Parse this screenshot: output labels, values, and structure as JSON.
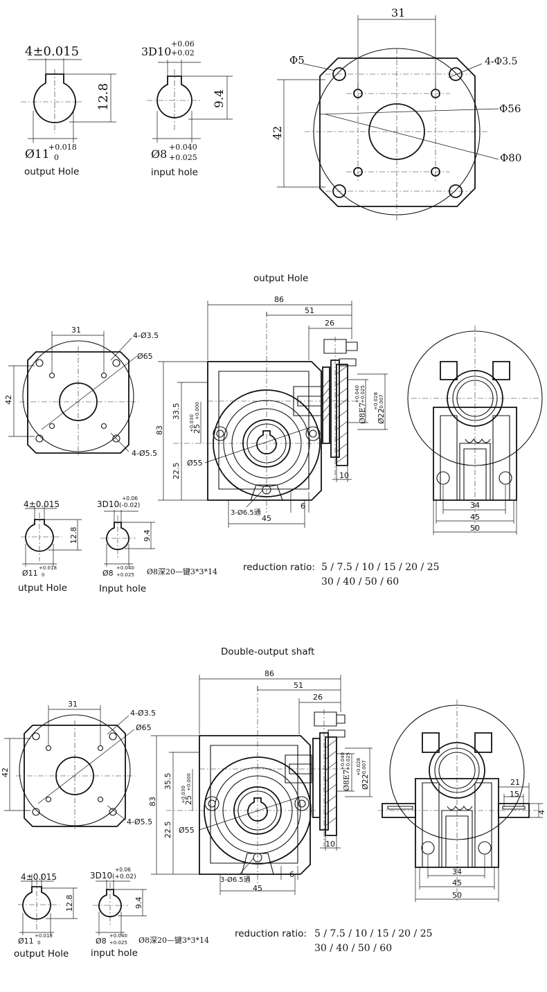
{
  "top": {
    "output_key": "4±0.015",
    "output_depth": "12.8",
    "output_dia": "Ø11",
    "output_tol_up": "+0.018",
    "output_tol_low": "0",
    "output_label": "output Hole",
    "input_key": "3D10",
    "input_key_tol_up": "+0.06",
    "input_key_tol_low": "+0.02",
    "input_depth": "9.4",
    "input_dia": "Ø8",
    "input_tol_up": "+0.040",
    "input_tol_low": "+0.025",
    "input_label": "input hole",
    "flange_31": "31",
    "flange_42": "42",
    "flange_phi5": "Φ5",
    "flange_4phi35": "4-Φ3.5",
    "flange_phi56": "Φ56",
    "flange_phi80": "Φ80"
  },
  "section2": {
    "title": "output Hole",
    "flange_31": "31",
    "flange_42": "42",
    "holes_4_35": "4-Ø3.5",
    "d65": "Ø65",
    "holes_4_55": "4-Ø5.5",
    "dim_86": "86",
    "dim_51": "51",
    "dim_26": "26",
    "dim_335": "33.5",
    "dim_83": "83",
    "dim_225": "22.5",
    "dim_25": "25",
    "dim_25_up": "+0.030",
    "dim_25_low": "+0.000",
    "d55": "Ø55",
    "holes_3_65": "3-Ø6.5通",
    "dim_45": "45",
    "dim_6": "6",
    "dim_10": "10",
    "d8e7": "Ø8E7",
    "d8e7_up": "+0.040",
    "d8e7_low": "+0.025",
    "d22": "Ø22",
    "d22_up": "+0.028",
    "d22_low": "-0.007",
    "side_34": "34",
    "side_45": "45",
    "side_50": "50",
    "key_4": "4±0.015",
    "key_128": "12.8",
    "dia_11": "Ø11",
    "dia_11_up": "+0.018",
    "dia_11_low": "0",
    "out_label": "utput Hole",
    "key_3d10": "3D10",
    "key_3d10_up": "+0.06",
    "key_3d10_low": "(-0.02)",
    "key_94": "9.4",
    "dia_8": "Ø8",
    "dia_8_up": "+0.040",
    "dia_8_low": "+0.025",
    "in_label": "Input hole",
    "shaft_note": "Ø8深20—键3*3*14",
    "ratio_label": "reduction ratio:",
    "ratio_line1": "5 / 7.5 / 10 / 15 / 20 / 25",
    "ratio_line2": "30 / 40 / 50 / 60"
  },
  "section3": {
    "title": "Double-output shaft",
    "flange_31": "31",
    "flange_42": "42",
    "holes_4_35": "4-Ø3.5",
    "d65": "Ø65",
    "holes_4_55": "4-Ø5.5",
    "dim_86": "86",
    "dim_51": "51",
    "dim_26": "26",
    "dim_355": "35.5",
    "dim_83": "83",
    "dim_225": "22.5",
    "dim_25": "25",
    "dim_25_up": "+0.030",
    "dim_25_low": "+0.000",
    "d55": "Ø55",
    "holes_3_65": "3-Ø6.5通",
    "dim_45": "45",
    "dim_6": "6",
    "dim_10": "10",
    "d8e7": "Ø8E7",
    "d8e7_up": "+0.040",
    "d8e7_low": "+0.025",
    "d22": "Ø22",
    "d22_up": "+0.028",
    "d22_low": "-0.007",
    "side_21": "21",
    "side_15": "15",
    "side_4": "4",
    "side_34": "34",
    "side_45": "45",
    "side_50": "50",
    "key_4": "4±0.015",
    "key_128": "12.8",
    "dia_11": "Ø11",
    "dia_11_up": "+0.018",
    "dia_11_low": "0",
    "out_label": "output Hole",
    "key_3d10": "3D10",
    "key_3d10_up": "+0.06",
    "key_3d10_low": "(+0.02)",
    "key_94": "9.4",
    "dia_8": "Ø8",
    "dia_8_up": "+0.040",
    "dia_8_low": "+0.025",
    "in_label": "input hole",
    "shaft_note": "Ø8深20—键3*3*14",
    "ratio_label": "reduction ratio:",
    "ratio_line1": "5 / 7.5 / 10 / 15 / 20 / 25",
    "ratio_line2": "30 / 40 / 50 / 60"
  }
}
